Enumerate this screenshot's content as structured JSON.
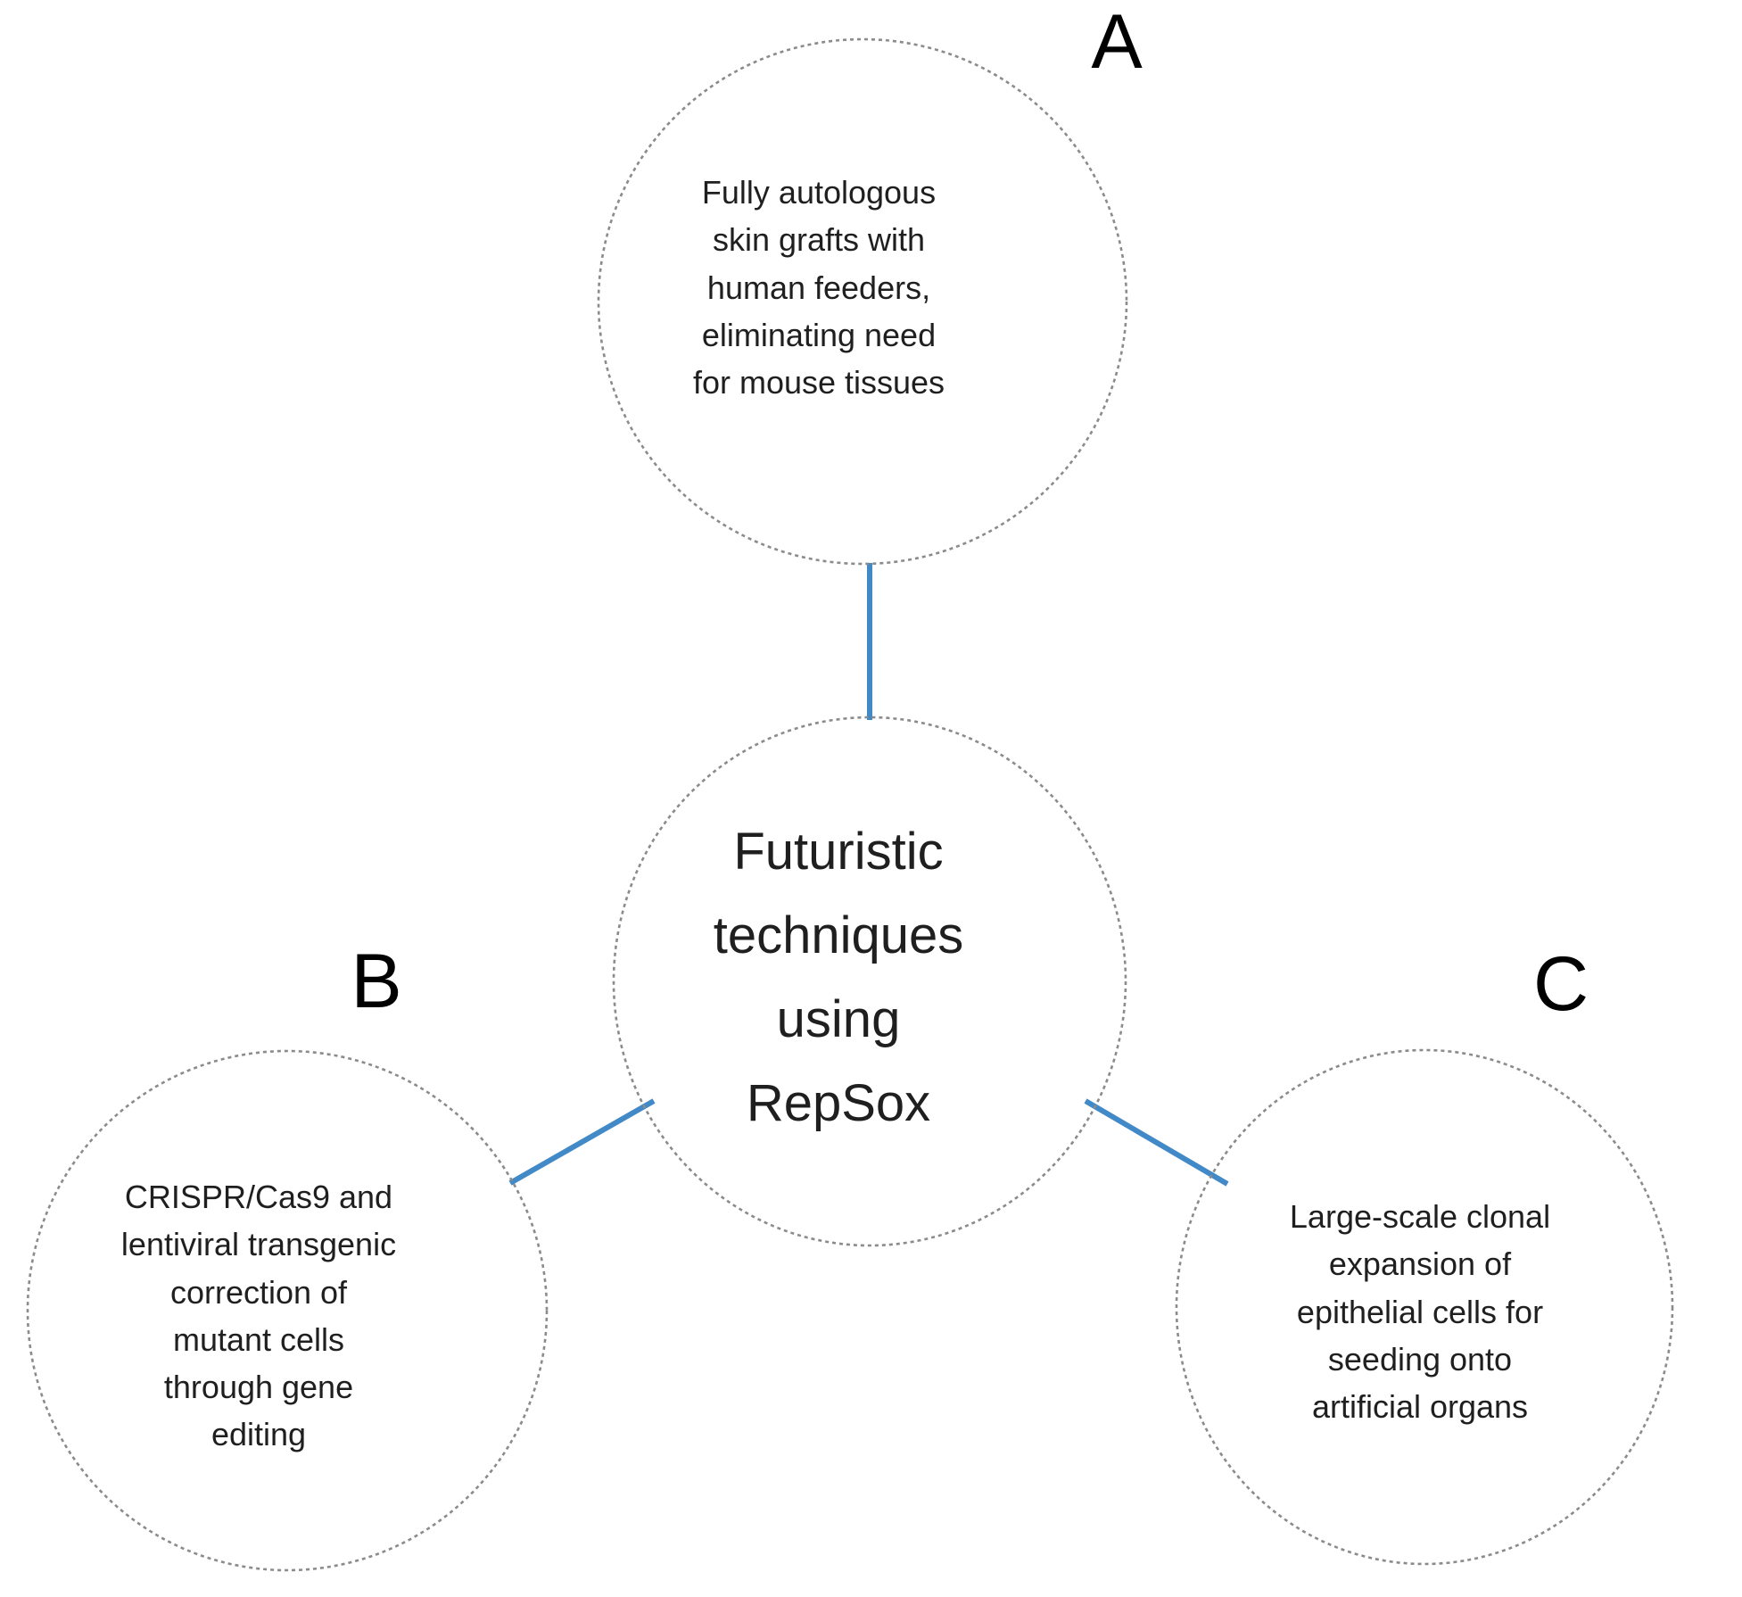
{
  "nodes": {
    "center": {
      "text": "Futuristic\ntechniques\nusing\nRepSox"
    },
    "a": {
      "label": "A",
      "text": "Fully autologous\nskin grafts with\nhuman feeders,\neliminating need\nfor mouse tissues"
    },
    "b": {
      "label": "B",
      "text": "CRISPR/Cas9 and\nlentiviral transgenic\ncorrection of\nmutant cells\nthrough gene\nediting"
    },
    "c": {
      "label": "C",
      "text": "Large-scale clonal\nexpansion of\nepithelial cells for\nseeding onto\nartificial organs"
    }
  },
  "colors": {
    "connector": "#4189c7",
    "circle_outline": "#8b8b8b",
    "text": "#1f1f1f",
    "background": "#ffffff"
  }
}
